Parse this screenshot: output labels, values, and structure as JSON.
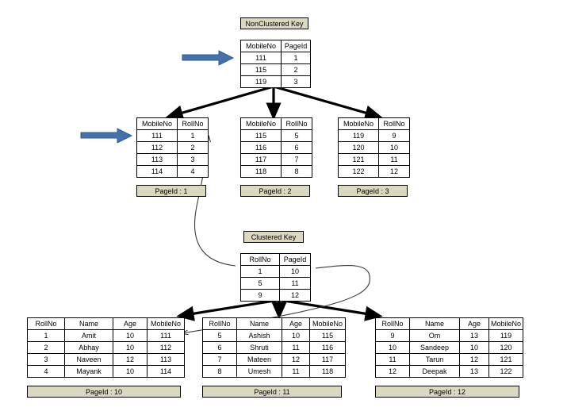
{
  "diagram": {
    "title": "SQL Server NonClustered and Clustered index B-tree diagram",
    "colors": {
      "chip_fill": "#dcd8c0",
      "chip_border": "#000000",
      "table_border": "#000000",
      "thick_arrow": "#000000",
      "thin_arrow": "#404040",
      "blue_arrow": "#4472a8",
      "blue_arrow_edge": "#2f5b8f",
      "background": "#ffffff"
    }
  },
  "labels": {
    "nonclustered_key": "NonClustered Key",
    "clustered_key": "Clustered Key"
  },
  "nonclustered_root": {
    "headers": [
      "MobileNo",
      "PageId"
    ],
    "rows": [
      [
        "111",
        "1"
      ],
      [
        "115",
        "2"
      ],
      [
        "119",
        "3"
      ]
    ]
  },
  "nonclustered_leaves": [
    {
      "page_label": "PageId : 1",
      "headers": [
        "MobileNo",
        "RollNo"
      ],
      "rows": [
        [
          "111",
          "1"
        ],
        [
          "112",
          "2"
        ],
        [
          "113",
          "3"
        ],
        [
          "114",
          "4"
        ]
      ]
    },
    {
      "page_label": "PageId : 2",
      "headers": [
        "MobileNo",
        "RollNo"
      ],
      "rows": [
        [
          "115",
          "5"
        ],
        [
          "116",
          "6"
        ],
        [
          "117",
          "7"
        ],
        [
          "118",
          "8"
        ]
      ]
    },
    {
      "page_label": "PageId : 3",
      "headers": [
        "MobileNo",
        "RollNo"
      ],
      "rows": [
        [
          "119",
          "9"
        ],
        [
          "120",
          "10"
        ],
        [
          "121",
          "11"
        ],
        [
          "122",
          "12"
        ]
      ]
    }
  ],
  "clustered_root": {
    "headers": [
      "RollNo",
      "PageId"
    ],
    "rows": [
      [
        "1",
        "10"
      ],
      [
        "5",
        "11"
      ],
      [
        "9",
        "12"
      ]
    ]
  },
  "clustered_leaves": [
    {
      "page_label": "PageId : 10",
      "headers": [
        "RollNo",
        "Name",
        "Age",
        "MobileNo"
      ],
      "rows": [
        [
          "1",
          "Amit",
          "10",
          "111"
        ],
        [
          "2",
          "Abhay",
          "10",
          "112"
        ],
        [
          "3",
          "Naveen",
          "12",
          "113"
        ],
        [
          "4",
          "Mayank",
          "10",
          "114"
        ]
      ]
    },
    {
      "page_label": "PageId : 11",
      "headers": [
        "RollNo",
        "Name",
        "Age",
        "MobileNo"
      ],
      "rows": [
        [
          "5",
          "Ashish",
          "10",
          "115"
        ],
        [
          "6",
          "Shruti",
          "11",
          "116"
        ],
        [
          "7",
          "Mateen",
          "12",
          "117"
        ],
        [
          "8",
          "Umesh",
          "11",
          "118"
        ]
      ]
    },
    {
      "page_label": "PageId : 12",
      "headers": [
        "RollNo",
        "Name",
        "Age",
        "MobileNo"
      ],
      "rows": [
        [
          "9",
          "Om",
          "13",
          "119"
        ],
        [
          "10",
          "Sandeep",
          "10",
          "120"
        ],
        [
          "11",
          "Tarun",
          "12",
          "121"
        ],
        [
          "12",
          "Deepak",
          "13",
          "122"
        ]
      ]
    }
  ],
  "pointer_arrows": [
    {
      "name": "blue-arrow-root",
      "target": "nonclustered-root-row-111"
    },
    {
      "name": "blue-arrow-leaf1",
      "target": "nonclustered-leaf-1-row-111"
    }
  ]
}
